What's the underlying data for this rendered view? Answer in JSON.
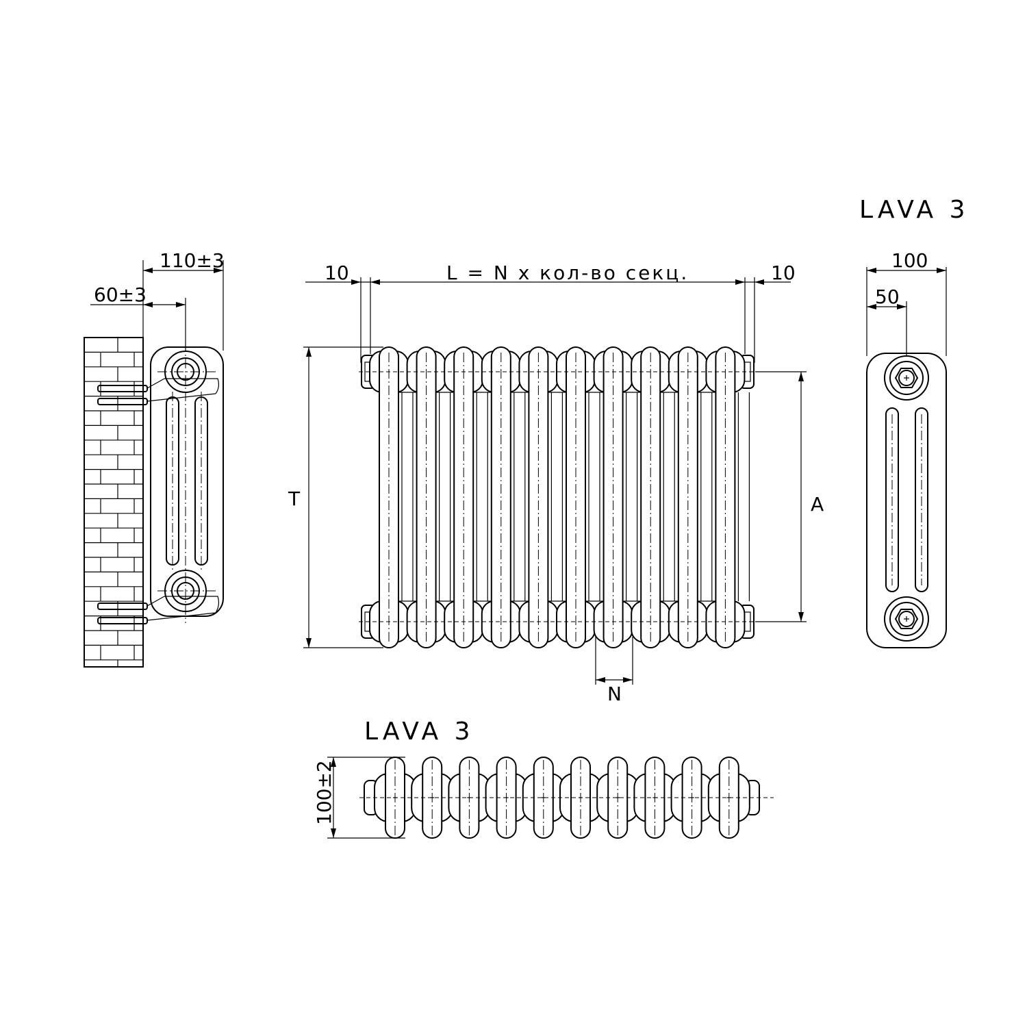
{
  "title_top": "LAVA 3",
  "title_bottom": "LAVA 3",
  "side_view": {
    "dim_total": "110±3",
    "dim_offset": "60±3"
  },
  "front_view": {
    "dim_left_gap": "10",
    "dim_length": "L = N x кол-во секц.",
    "dim_right_gap": "10",
    "dim_height": "T",
    "dim_axis": "A",
    "dim_section": "N"
  },
  "end_view": {
    "dim_width": "100",
    "dim_half": "50"
  },
  "top_view": {
    "dim_depth": "100±2"
  }
}
